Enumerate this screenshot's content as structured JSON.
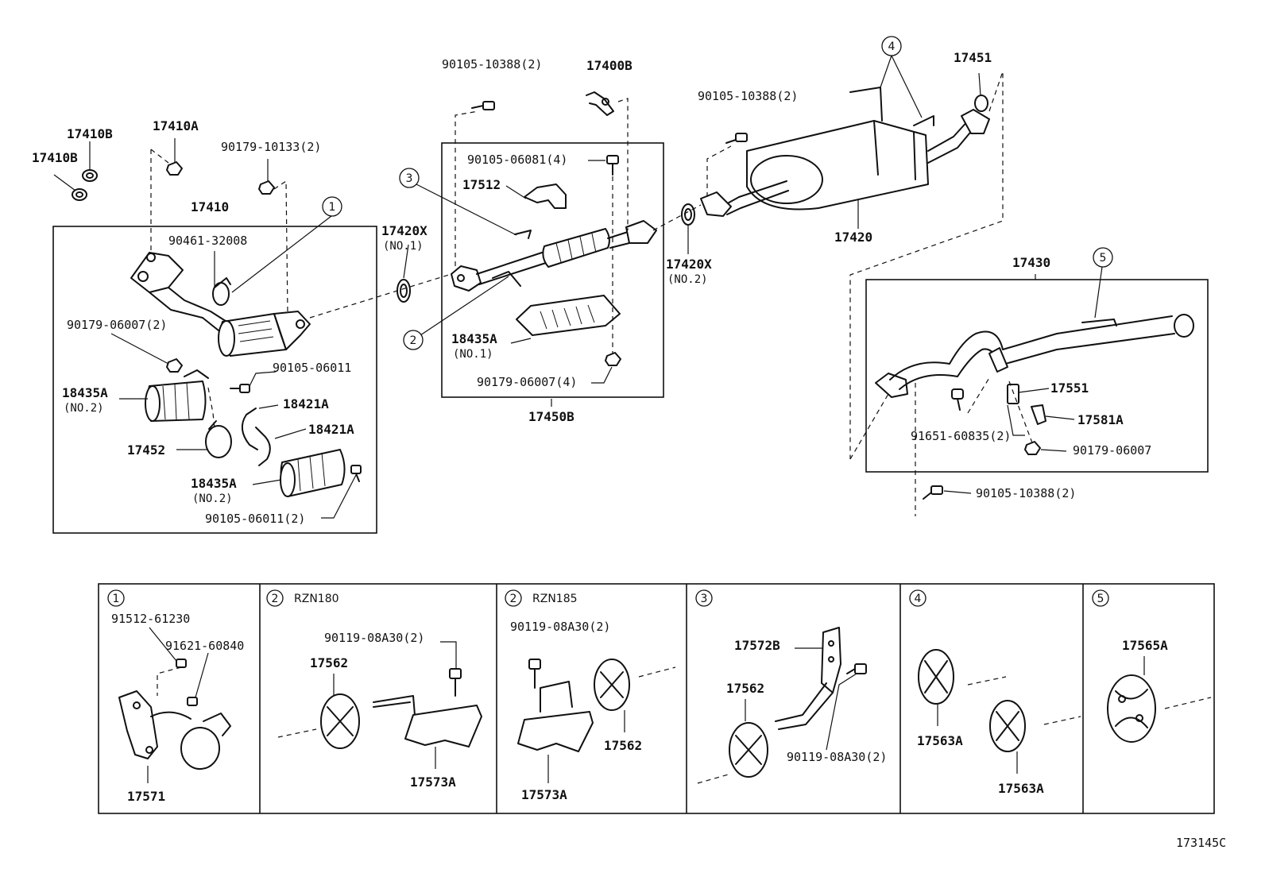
{
  "diagram_id": "173145C",
  "callouts": [
    "1",
    "2",
    "3",
    "4",
    "5"
  ],
  "parts": {
    "p17410B_top": "17410B",
    "p17410B_left": "17410B",
    "p17410A": "17410A",
    "p90179_10133": "90179-10133(2)",
    "p17410": "17410",
    "p90461_32008": "90461-32008",
    "p90179_06007_2": "90179-06007(2)",
    "p90105_06011": "90105-06011",
    "p18435A_no2_a": "18435A",
    "p18435A_no2_a_sub": "(NO.2)",
    "p18421A_1": "18421A",
    "p18421A_2": "18421A",
    "p17452": "17452",
    "p18435A_no2_b": "18435A",
    "p18435A_no2_b_sub": "(NO.2)",
    "p90105_06011_2": "90105-06011(2)",
    "p17420X_no1": "17420X",
    "p17420X_no1_sub": "(NO.1)",
    "p90105_10388_a": "90105-10388(2)",
    "p17400B": "17400B",
    "p90105_06081": "90105-06081(4)",
    "p17512": "17512",
    "p18435A_no1": "18435A",
    "p18435A_no1_sub": "(NO.1)",
    "p90179_06007_4": "90179-06007(4)",
    "p17450B": "17450B",
    "p17420X_no2": "17420X",
    "p17420X_no2_sub": "(NO.2)",
    "p90105_10388_b": "90105-10388(2)",
    "p17420": "17420",
    "p17451": "17451",
    "p17430": "17430",
    "p17551": "17551",
    "p17581A": "17581A",
    "p91651_60835": "91651-60835(2)",
    "p90179_06007": "90179-06007",
    "p90105_10388_c": "90105-10388(2)"
  },
  "detail_panels": [
    {
      "callout": "1",
      "model": "",
      "parts": [
        "91512-61230",
        "91621-60840",
        "17571"
      ]
    },
    {
      "callout": "2",
      "model": "RZN180",
      "parts": [
        "90119-08A30(2)",
        "17562",
        "17573A"
      ]
    },
    {
      "callout": "2",
      "model": "RZN185",
      "parts": [
        "90119-08A30(2)",
        "17573A",
        "17562"
      ]
    },
    {
      "callout": "3",
      "model": "",
      "parts": [
        "17572B",
        "17562",
        "90119-08A30(2)"
      ]
    },
    {
      "callout": "4",
      "model": "",
      "parts": [
        "17563A",
        "17563A"
      ]
    },
    {
      "callout": "5",
      "model": "",
      "parts": [
        "17565A"
      ]
    }
  ]
}
